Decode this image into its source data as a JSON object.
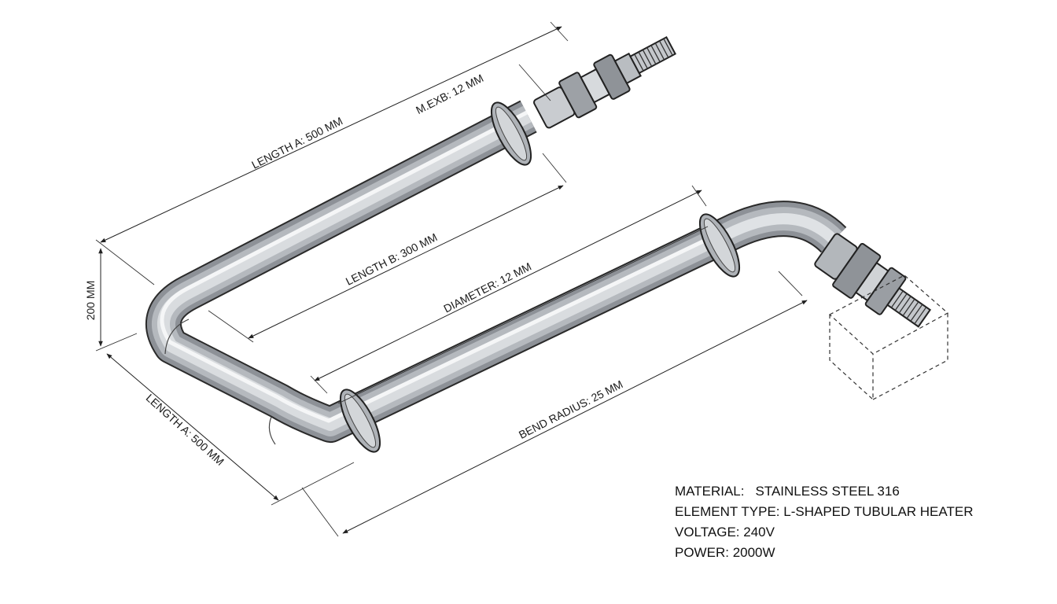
{
  "dimensions": {
    "length_a_top": "LENGTH A: 500 MM",
    "mexb": "M.EXB: 12 MM",
    "length_b": "LENGTH B: 300 MM",
    "height": "200 MM",
    "diameter": "DIAMETER: 12 MM",
    "length_a_bottom": "LENGTH A: 500 MM",
    "bend_radius": "BEND RADIUS: 25 MM"
  },
  "specs": {
    "material_label": "MATERIAL:",
    "material_value": "STAINLESS STEEL 316",
    "element_type_label": "ELEMENT TYPE:",
    "element_type_value": "L-SHAPED TUBULAR HEATER",
    "voltage_label": "VOLTAGE:",
    "voltage_value": "240V",
    "power_label": "POWER:",
    "power_value": "2000W"
  }
}
